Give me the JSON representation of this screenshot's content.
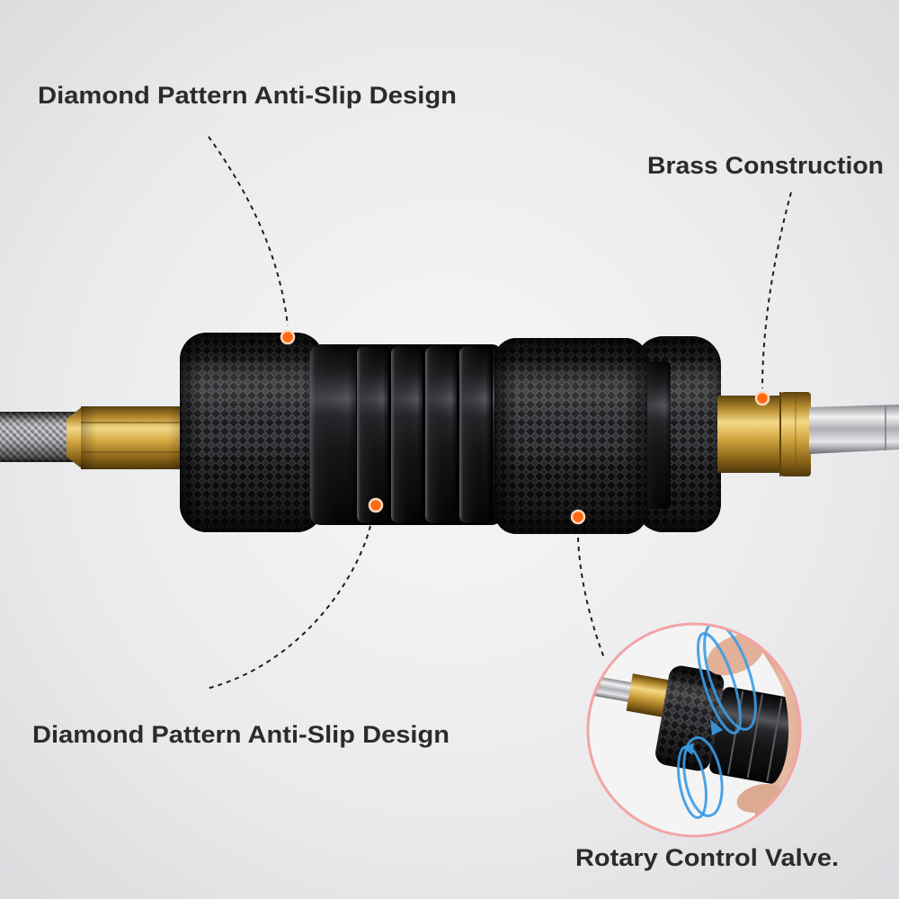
{
  "callouts": {
    "grip_top": {
      "label": "Diamond Pattern Anti-Slip Design"
    },
    "brass": {
      "label": "Brass Construction"
    },
    "grip_bottom": {
      "label": "Diamond Pattern Anti-Slip Design"
    },
    "valve": {
      "label": "Rotary Control Valve."
    }
  },
  "colors": {
    "background": "#e9e9eb",
    "label_text": "#2b2b2b",
    "marker": "#ff6a13",
    "leader_line": "#1e1e1e",
    "inset_border": "#f2a4a4",
    "rotation_arrow": "#3a9be6",
    "brass": "#d4a843",
    "anodized_black": "#151517"
  }
}
